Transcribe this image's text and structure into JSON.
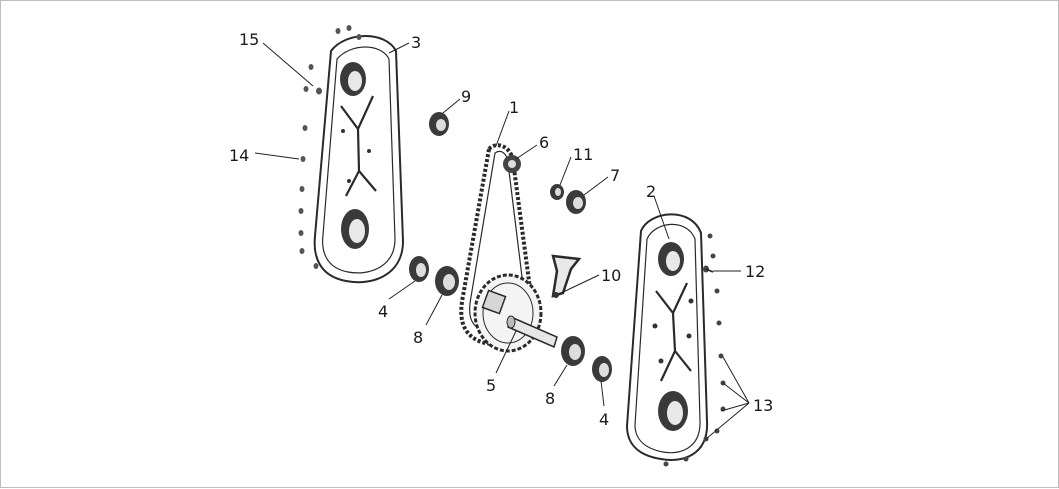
{
  "diagram": {
    "callouts": [
      {
        "id": "cover-left",
        "label": "3"
      },
      {
        "id": "screw-top",
        "label": "15"
      },
      {
        "id": "screw-side",
        "label": "14"
      },
      {
        "id": "bearing-9",
        "label": "9"
      },
      {
        "id": "chain",
        "label": "1"
      },
      {
        "id": "small-sprocket",
        "label": "6"
      },
      {
        "id": "washer-11",
        "label": "11"
      },
      {
        "id": "bearing-7",
        "label": "7"
      },
      {
        "id": "cover-right",
        "label": "2"
      },
      {
        "id": "pin",
        "label": "12"
      },
      {
        "id": "tensioner",
        "label": "10"
      },
      {
        "id": "seal-left",
        "label": "4"
      },
      {
        "id": "bearing-left",
        "label": "8"
      },
      {
        "id": "sprocket-shaft",
        "label": "5"
      },
      {
        "id": "bearing-right",
        "label": "8"
      },
      {
        "id": "seal-right",
        "label": "4"
      },
      {
        "id": "bolts",
        "label": "13"
      }
    ],
    "colors": {
      "line": "#2a2a2a",
      "fill_light": "#f2f2f2",
      "fill_dark": "#3a3a3a"
    }
  }
}
